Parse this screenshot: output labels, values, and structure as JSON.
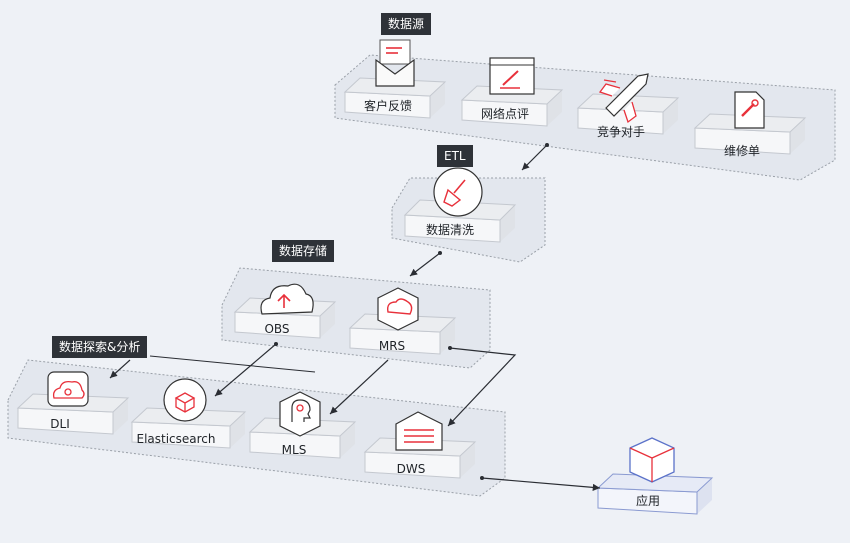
{
  "groups": {
    "sources": "数据源",
    "etl": "ETL",
    "storage": "数据存储",
    "analysis": "数据探索&分析"
  },
  "nodes": {
    "customer_feedback": "客户反馈",
    "web_reviews": "网络点评",
    "competitors": "竞争对手",
    "repair_orders": "维修单",
    "data_cleaning": "数据清洗",
    "obs": "OBS",
    "mrs": "MRS",
    "dli": "DLI",
    "elasticsearch": "Elasticsearch",
    "mls": "MLS",
    "dws": "DWS",
    "application": "应用"
  },
  "colors": {
    "accent": "#e8313b",
    "app_accent": "#5b72c9",
    "label_bg": "#2e3238",
    "background": "#eef1f6"
  }
}
